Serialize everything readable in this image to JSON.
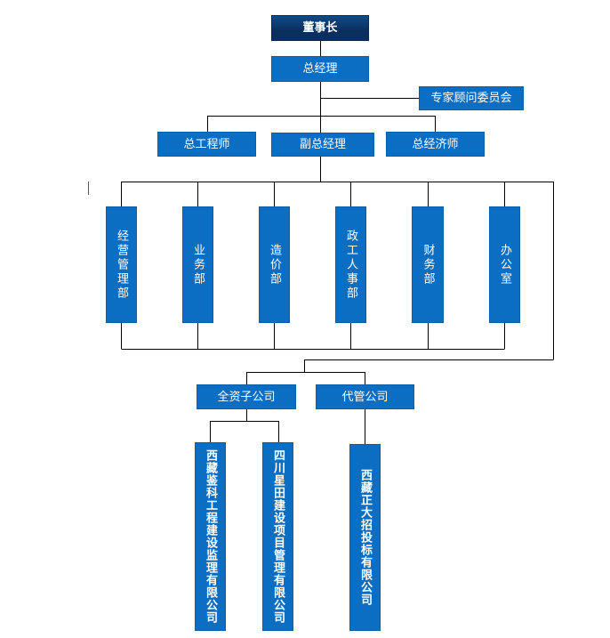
{
  "org": {
    "chairman": "董事长",
    "gm": "总经理",
    "advisory": "专家顾问委员会",
    "chief_engineer": "总工程师",
    "deputy_gm": "副总经理",
    "chief_economist": "总经济师",
    "departments": [
      "经营管理部",
      "业务部",
      "造价部",
      "政工人事部",
      "财务部",
      "办公室"
    ],
    "wholly_owned": "全资子公司",
    "managed": "代管公司",
    "sub_jianke": "西藏鉴科工程建设监理有限公司",
    "sub_xingtian": "四川星田建设项目管理有限公司",
    "sub_zhengda": "西藏正大招投标有限公司"
  },
  "colors": {
    "box": "#0b6ec3",
    "top_box": "#0a2f5e",
    "line": "#000000"
  }
}
